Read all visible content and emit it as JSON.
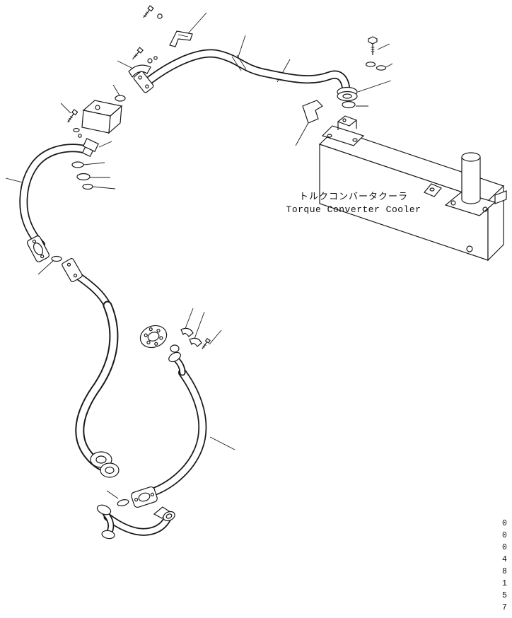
{
  "figure": {
    "background_color": "#ffffff",
    "line_color": "#1a1a1a",
    "cooler_label_ja": "トルクコンバータクーラ",
    "cooler_label_en": "Torque Converter Cooler",
    "doc_number": "00048157"
  }
}
